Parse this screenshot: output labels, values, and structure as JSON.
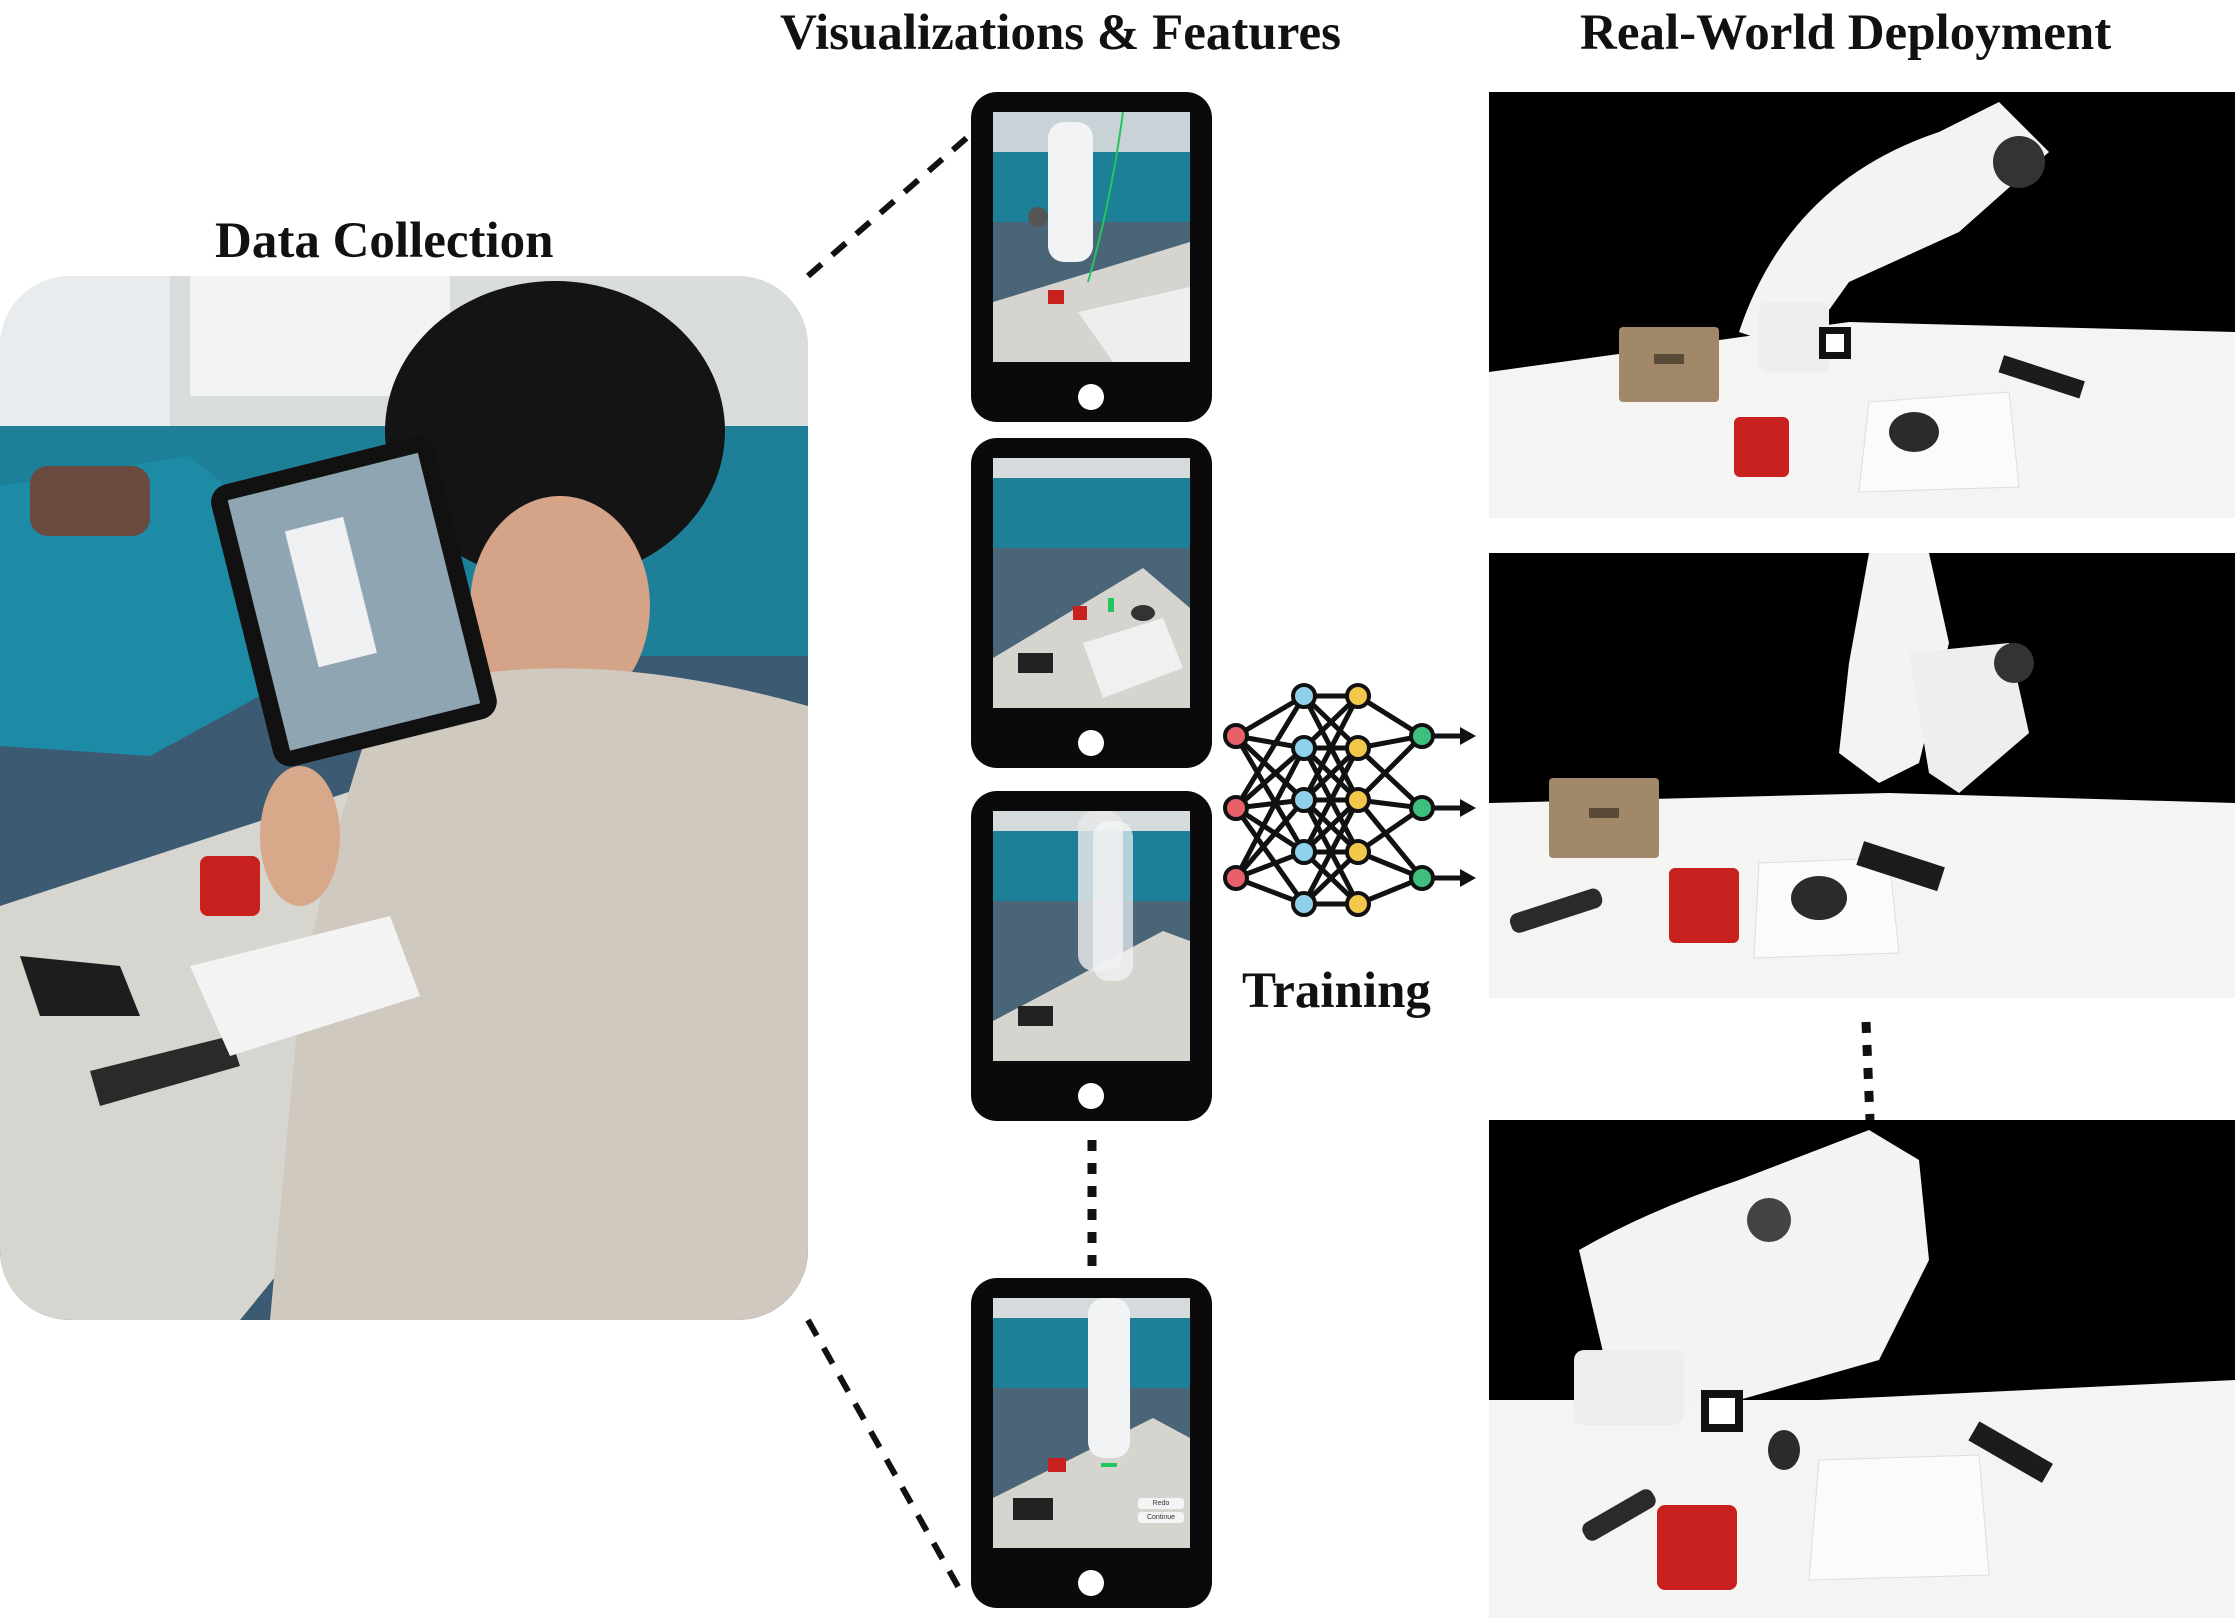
{
  "headings": {
    "data_collection": "Data Collection",
    "visualizations": "Visualizations & Features",
    "deployment": "Real-World Deployment",
    "training": "Training"
  },
  "tablet_buttons": {
    "redo": "Redo",
    "continue": "Continue"
  },
  "colors": {
    "node_red": "#e8606a",
    "node_blue": "#8fd1ea",
    "node_yellow": "#f2c84b",
    "node_green": "#3fbf7f",
    "wall_blue": "#1e7f99",
    "mug_red": "#c81f1f"
  }
}
